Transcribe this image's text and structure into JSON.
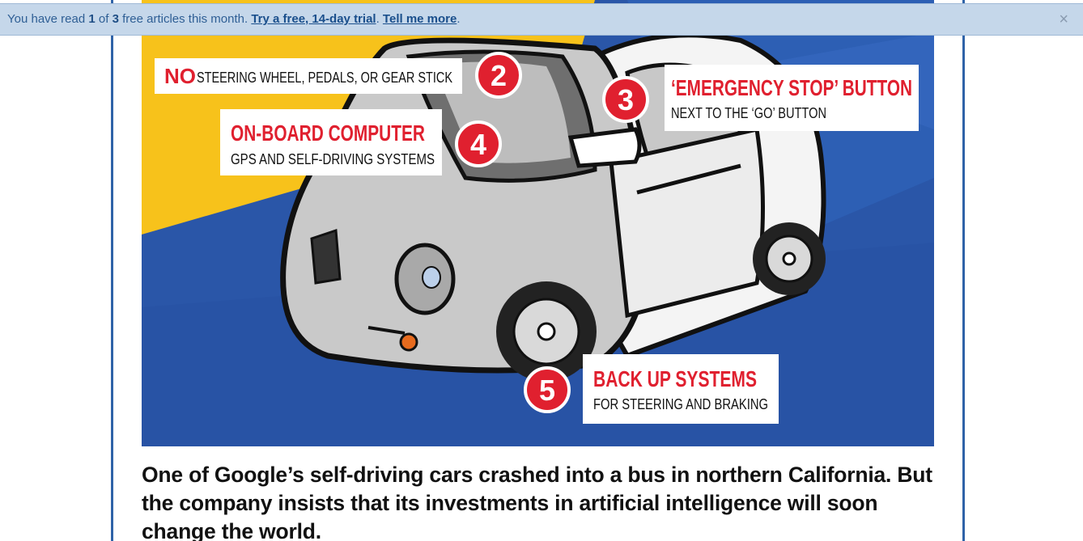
{
  "banner": {
    "prefix": "You have read ",
    "read_count": "1",
    "of_text": " of ",
    "total": "3",
    "suffix": " free articles this month. ",
    "trial_link": "Try a free, 14-day trial",
    "sep": ". ",
    "more_link": "Tell me more",
    "end": ".",
    "close_label": "×"
  },
  "callouts": {
    "c2": {
      "number": "2",
      "heading": "NO",
      "text": "STEERING WHEEL, PEDALS, OR GEAR STICK"
    },
    "c3": {
      "number": "3",
      "heading": "‘EMERGENCY STOP’ BUTTON",
      "text": "NEXT TO THE ‘GO’ BUTTON"
    },
    "c4": {
      "number": "4",
      "heading": "ON-BOARD COMPUTER",
      "text": "GPS AND SELF-DRIVING SYSTEMS"
    },
    "c5": {
      "number": "5",
      "heading": "BACK UP SYSTEMS",
      "text": "FOR STEERING AND BRAKING"
    }
  },
  "article": {
    "lede": "One of Google’s self-driving cars crashed into a bus in northern California. But the company insists that its investments in artificial intelligence will soon change the world."
  },
  "colors": {
    "accent_red": "#e0202f",
    "blue_bg": "#2a56a8",
    "yellow_bg": "#f7c21b",
    "banner_bg": "#c5d7ea"
  }
}
